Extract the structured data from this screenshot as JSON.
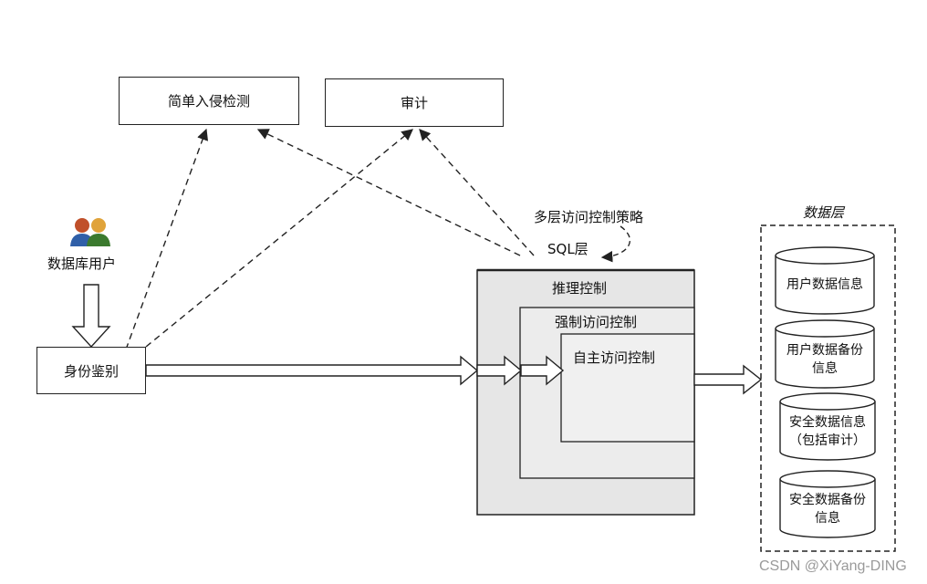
{
  "nodes": {
    "ids": "简单入侵检测",
    "audit": "审计",
    "db_user": "数据库用户",
    "auth": "身份鉴别",
    "policy": "多层访问控制策略",
    "sql_layer": "SQL层",
    "inference": "推理控制",
    "mac": "强制访问控制",
    "dac": "自主访问控制",
    "data_layer": "数据层"
  },
  "data_stores": [
    {
      "line1": "用户数据信息",
      "line2": ""
    },
    {
      "line1": "用户数据备份",
      "line2": "信息"
    },
    {
      "line1": "安全数据信息",
      "line2": "（包括审计）"
    },
    {
      "line1": "安全数据备份",
      "line2": "信息"
    }
  ],
  "watermark": "CSDN @XiYang-DING",
  "colors": {
    "control_fill": "#e6e6e6",
    "line": "#222222",
    "user_a": "#c0502a",
    "user_b": "#3b7a2e"
  }
}
